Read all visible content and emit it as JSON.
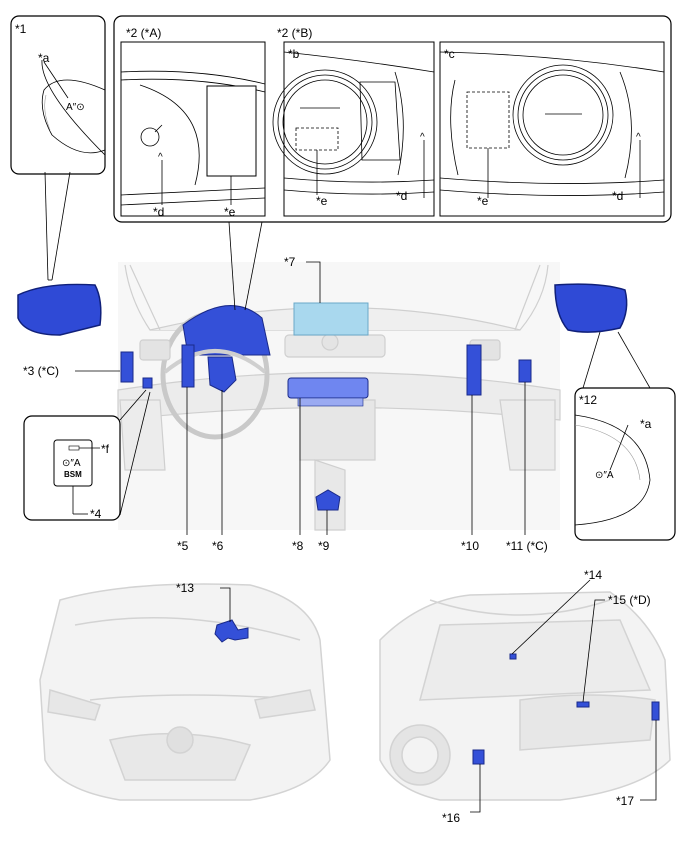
{
  "callouts": {
    "c1": "*1",
    "c2a": "*2 (*A)",
    "c2b": "*2 (*B)",
    "c3": "*3 (*C)",
    "c4": "*4",
    "c5": "*5",
    "c6": "*6",
    "c7": "*7",
    "c8": "*8",
    "c9": "*9",
    "c10": "*10",
    "c11": "*11 (*C)",
    "c12": "*12",
    "c13": "*13",
    "c14": "*14",
    "c15": "*15 (*D)",
    "c16": "*16",
    "c17": "*17"
  },
  "sub_labels": {
    "a": "*a",
    "b": "*b",
    "c": "*c",
    "d": "*d",
    "e": "*e",
    "f": "*f"
  },
  "switch_text": "BSM",
  "colors": {
    "part_blue": "#2a44c8",
    "part_light": "#7f8ff0",
    "display_cyan": "#a9d8ee",
    "car_grey": "#d9d9d9",
    "car_fill": "#f1f1f1"
  }
}
